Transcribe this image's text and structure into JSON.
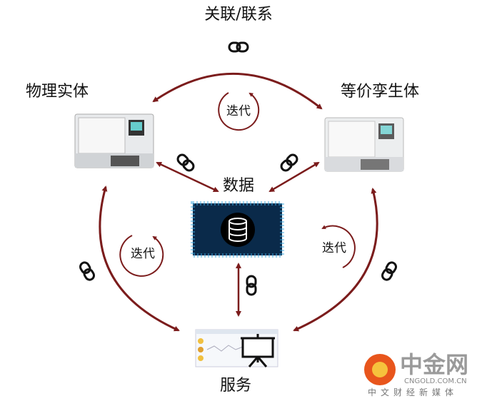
{
  "title": "关联/联系",
  "nodes": {
    "physical": "物理实体",
    "twin": "等价孪生体",
    "data": "数据",
    "service": "服务"
  },
  "iteration": [
    "迭代",
    "迭代",
    "迭代"
  ],
  "watermark": {
    "name": "中金网",
    "domain": "CNGOLD.COM.CN",
    "tagline": "中文财经新媒体"
  },
  "colors": {
    "arrow": "#7b1c1c"
  }
}
